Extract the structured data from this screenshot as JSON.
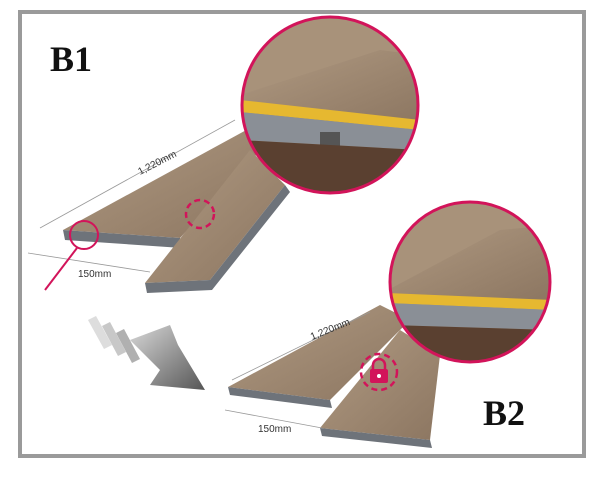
{
  "labels": {
    "b1": "B1",
    "b2": "B2"
  },
  "dimensions": {
    "b1_length": "1,220mm",
    "b1_width": "150mm",
    "b2_length": "1,220mm",
    "b2_width": "150mm"
  },
  "colors": {
    "accent": "#d2145a",
    "wood": "#9c8670",
    "edge": "#6e737a",
    "frame": "#9a9a9a"
  },
  "icons": {
    "lock": "lock-icon",
    "arrow": "arrow-icon"
  }
}
